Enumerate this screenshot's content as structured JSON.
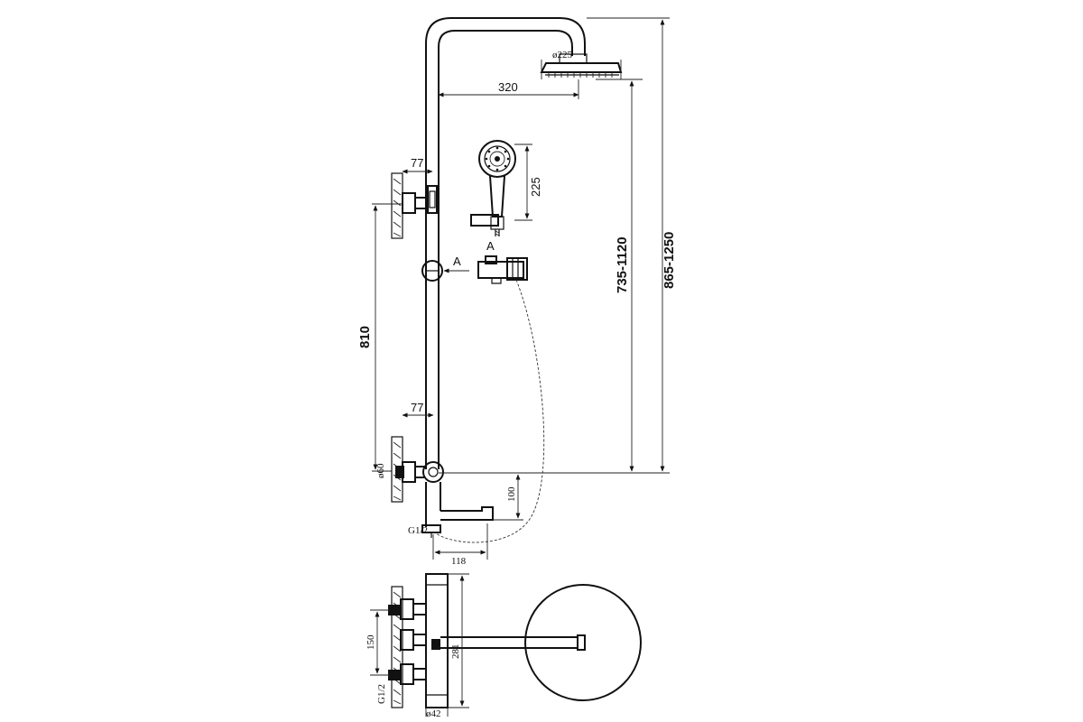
{
  "labels": {
    "shower_head_diameter": "ø225",
    "arm_length": "320",
    "bar_offset_top": "77",
    "bar_offset_bottom": "77",
    "hand_shower_length": "225",
    "height_adjust": "735-1120",
    "total_height": "865-1250",
    "bracket_spacing": "810",
    "section_marker_upper": "A",
    "section_marker_arrow": "A",
    "inlet_diameter": "ø60",
    "spout_drop": "100",
    "thread_size_side": "G1/2",
    "spout_length": "118",
    "inlet_spacing": "150",
    "mixer_height": "281",
    "thread_size_bottom": "G1/2",
    "mixer_diameter": "ø42"
  }
}
